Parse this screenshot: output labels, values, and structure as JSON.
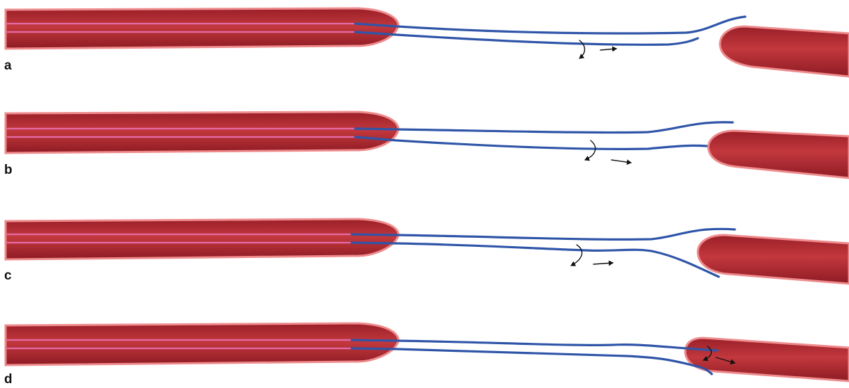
{
  "figure": {
    "colors": {
      "capsule_fill": "#b32d33",
      "capsule_rim": "#ee8a8c",
      "capsule_core_line": "#e66aa8",
      "strand": "#2f55a8",
      "arrow": "#111111",
      "label": "#111111",
      "background": "#ffffff"
    },
    "panels": [
      {
        "id": "a",
        "label": "a"
      },
      {
        "id": "b",
        "label": "b"
      },
      {
        "id": "c",
        "label": "c"
      },
      {
        "id": "d",
        "label": "d"
      }
    ]
  }
}
